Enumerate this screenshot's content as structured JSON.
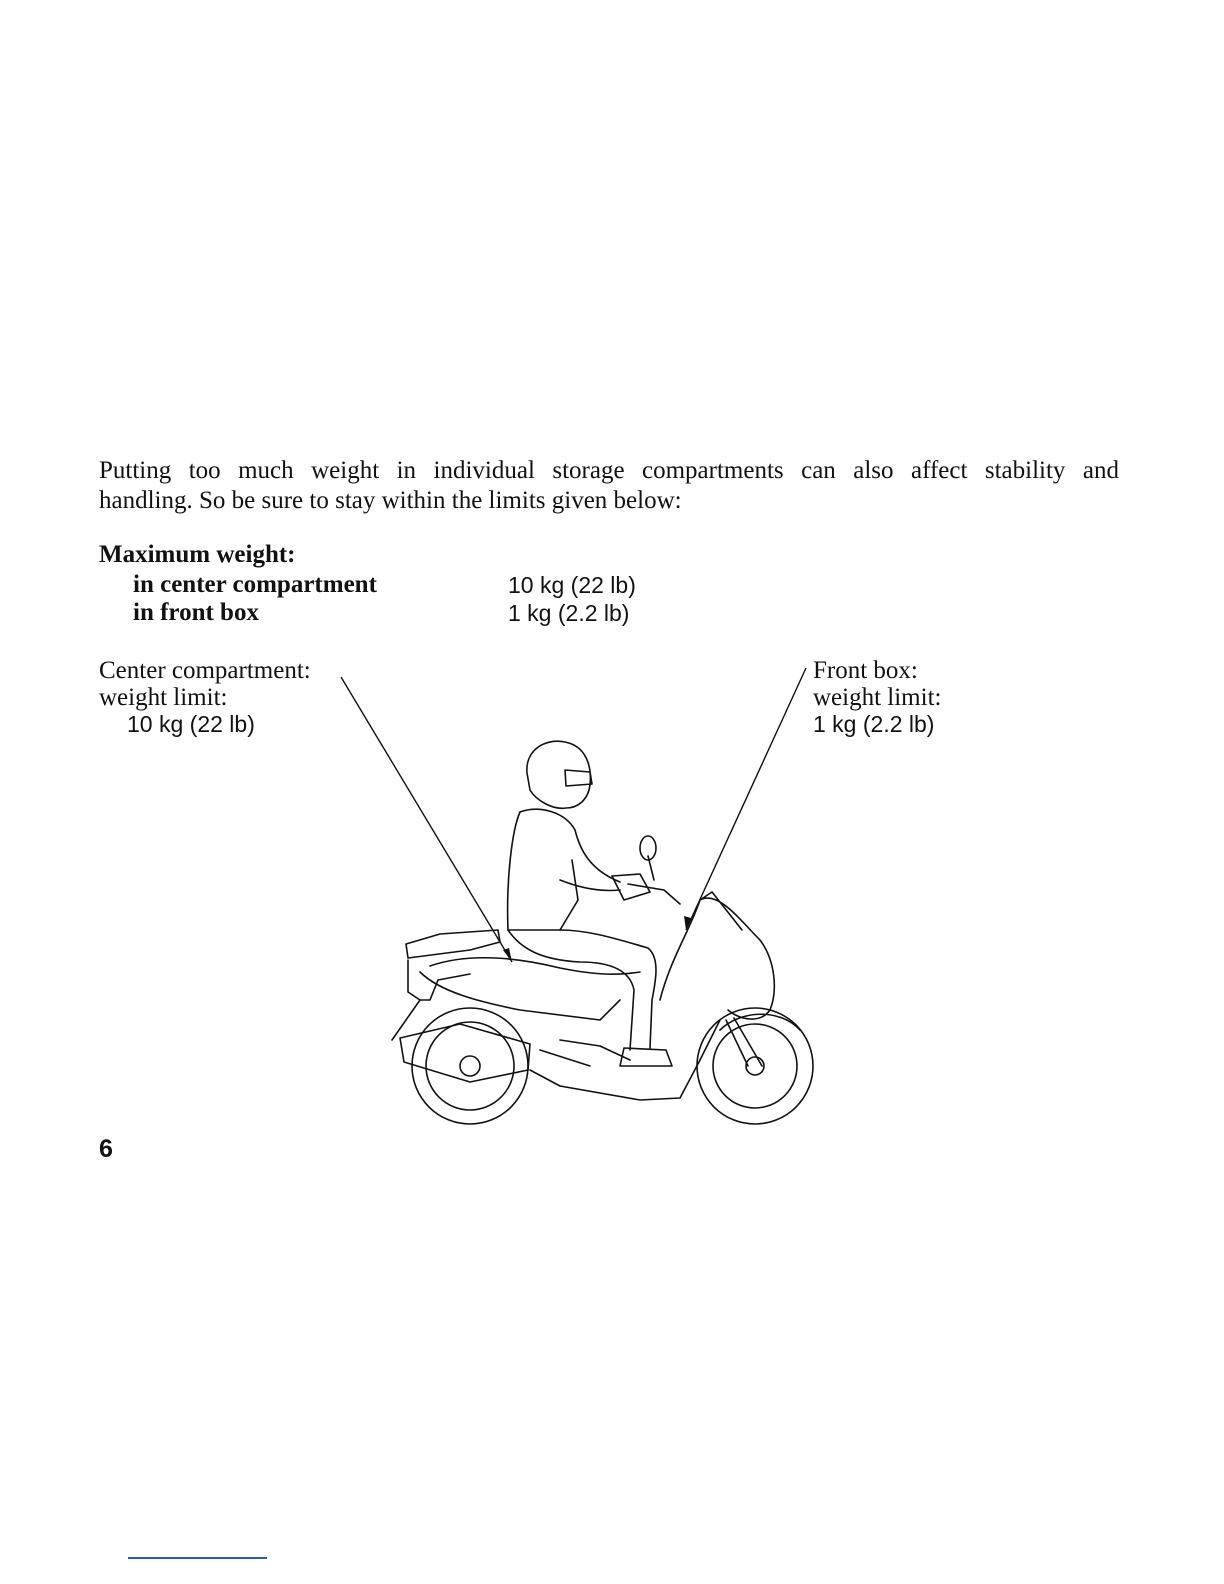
{
  "intro": {
    "line1": "Putting too much weight in individual storage compartments can also affect stability and",
    "line2": "handling. So be sure to stay within the limits given below:"
  },
  "spec": {
    "heading": "Maximum weight:",
    "rows": [
      {
        "label": "in center compartment",
        "value": "10 kg (22 lb)"
      },
      {
        "label": "in front box",
        "value": "1 kg (2.2 lb)"
      }
    ]
  },
  "callouts": {
    "center": {
      "title": "Center compartment:",
      "sub": "weight limit:",
      "value": "10 kg (22 lb)"
    },
    "front": {
      "title": "Front box:",
      "sub": "weight limit:",
      "value": "1 kg (2.2 lb)"
    }
  },
  "figure": {
    "icon": "scooter-rider-illustration"
  },
  "page_number": "6",
  "colors": {
    "text": "#111111",
    "footer_rule": "#2a5aa8"
  }
}
